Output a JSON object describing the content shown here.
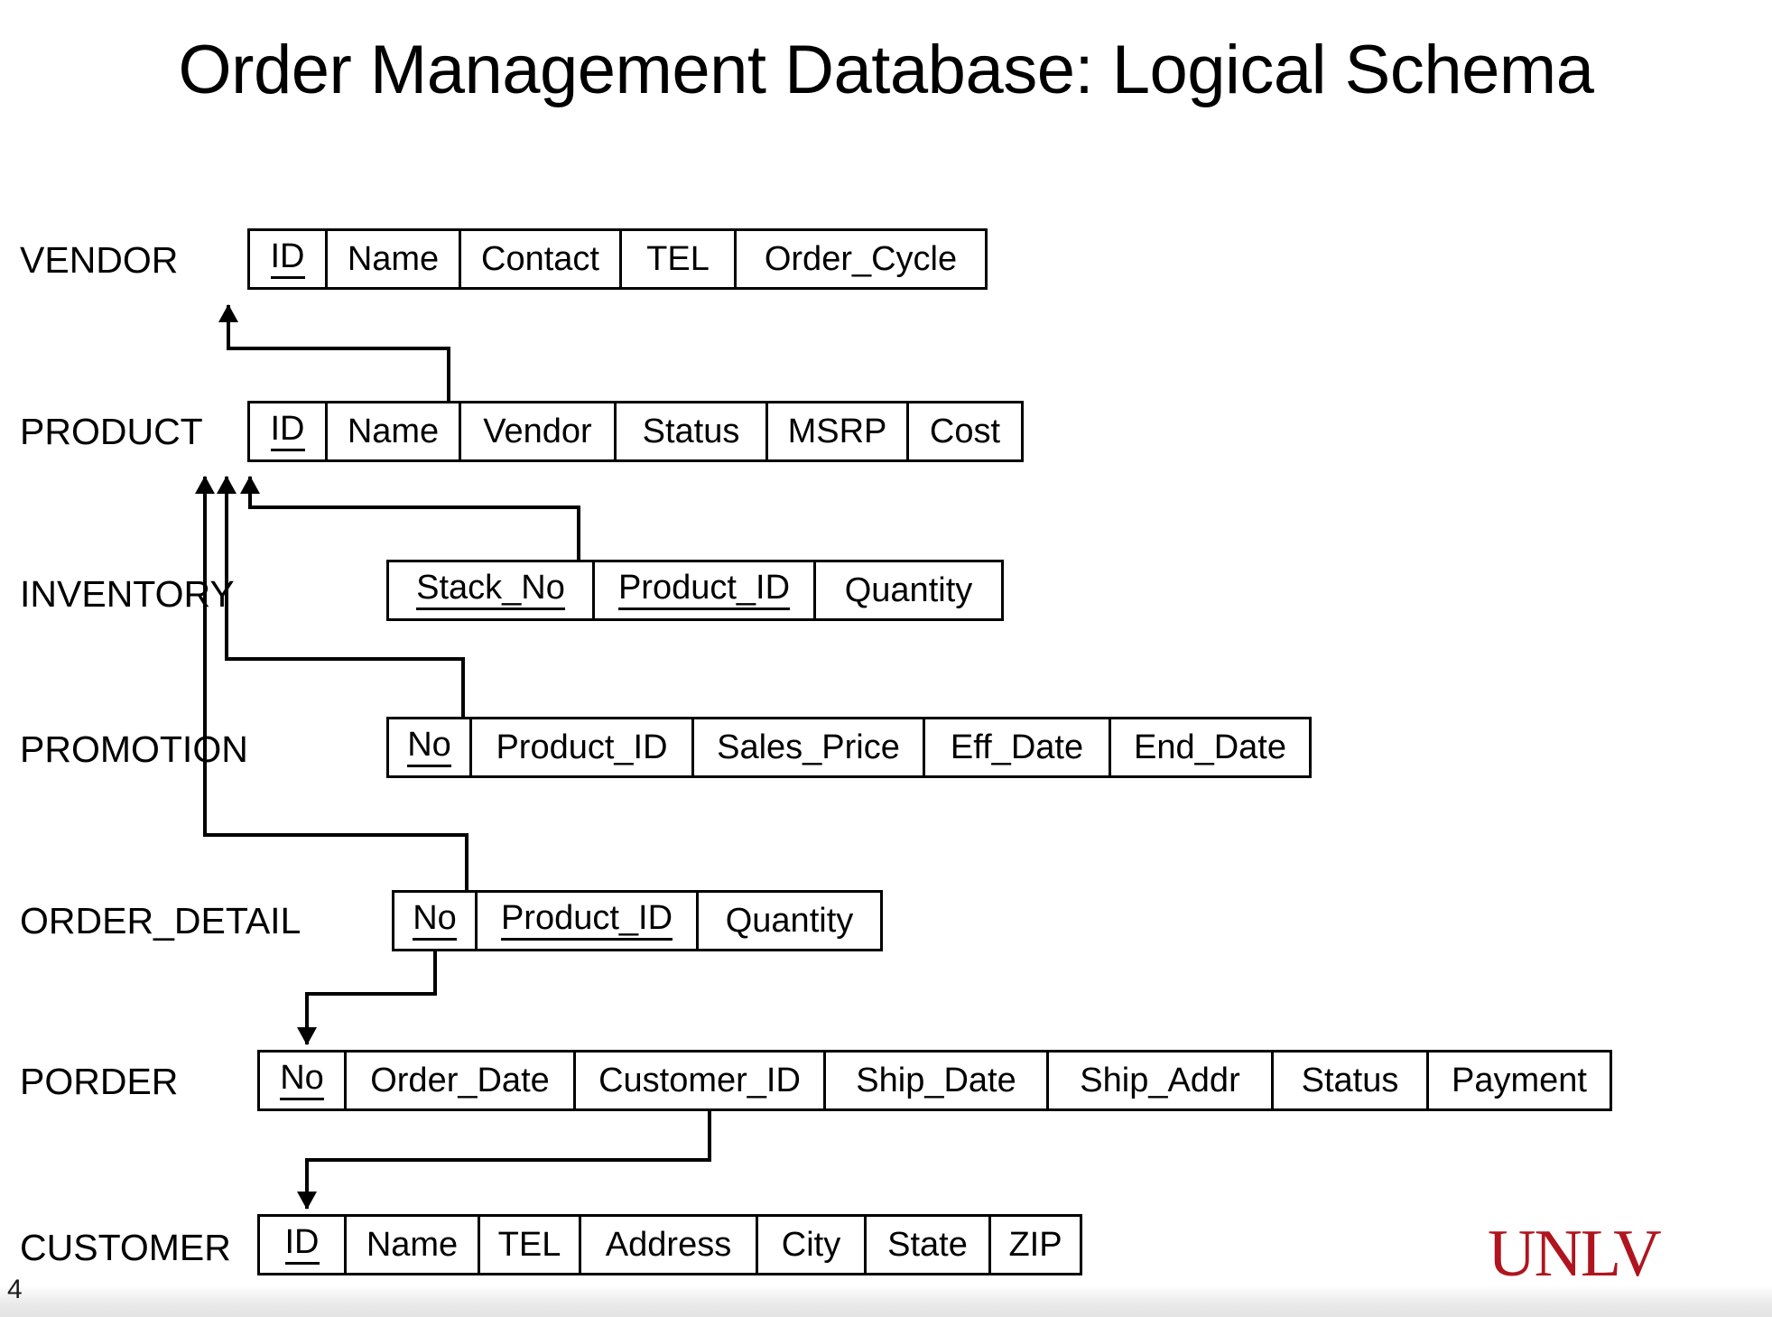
{
  "slide": {
    "title": "Order Management Database: Logical Schema",
    "page_number": "4",
    "logo_text": "UNLV",
    "logo_color": "#B0141E",
    "line_color": "#000000",
    "background_color": "#FFFFFF"
  },
  "entities": [
    {
      "name": "VENDOR",
      "attributes": [
        {
          "label": "ID",
          "pk": true
        },
        {
          "label": "Name",
          "pk": false
        },
        {
          "label": "Contact",
          "pk": false
        },
        {
          "label": "TEL",
          "pk": false
        },
        {
          "label": "Order_Cycle",
          "pk": false
        }
      ]
    },
    {
      "name": "PRODUCT",
      "attributes": [
        {
          "label": "ID",
          "pk": true
        },
        {
          "label": "Name",
          "pk": false
        },
        {
          "label": "Vendor",
          "pk": false
        },
        {
          "label": "Status",
          "pk": false
        },
        {
          "label": "MSRP",
          "pk": false
        },
        {
          "label": "Cost",
          "pk": false
        }
      ]
    },
    {
      "name": "INVENTORY",
      "attributes": [
        {
          "label": "Stack_No",
          "pk": true
        },
        {
          "label": "Product_ID",
          "pk": true
        },
        {
          "label": "Quantity",
          "pk": false
        }
      ]
    },
    {
      "name": "PROMOTION",
      "attributes": [
        {
          "label": "No",
          "pk": true
        },
        {
          "label": "Product_ID",
          "pk": false
        },
        {
          "label": "Sales_Price",
          "pk": false
        },
        {
          "label": "Eff_Date",
          "pk": false
        },
        {
          "label": "End_Date",
          "pk": false
        }
      ]
    },
    {
      "name": "ORDER_DETAIL",
      "attributes": [
        {
          "label": "No",
          "pk": true
        },
        {
          "label": "Product_ID",
          "pk": true
        },
        {
          "label": "Quantity",
          "pk": false
        }
      ]
    },
    {
      "name": "PORDER",
      "attributes": [
        {
          "label": "No",
          "pk": true
        },
        {
          "label": "Order_Date",
          "pk": false
        },
        {
          "label": "Customer_ID",
          "pk": false
        },
        {
          "label": "Ship_Date",
          "pk": false
        },
        {
          "label": "Ship_Addr",
          "pk": false
        },
        {
          "label": "Status",
          "pk": false
        },
        {
          "label": "Payment",
          "pk": false
        }
      ]
    },
    {
      "name": "CUSTOMER",
      "attributes": [
        {
          "label": "ID",
          "pk": true
        },
        {
          "label": "Name",
          "pk": false
        },
        {
          "label": "TEL",
          "pk": false
        },
        {
          "label": "Address",
          "pk": false
        },
        {
          "label": "City",
          "pk": false
        },
        {
          "label": "State",
          "pk": false
        },
        {
          "label": "ZIP",
          "pk": false
        }
      ]
    }
  ],
  "relationships": [
    {
      "from": "PRODUCT.Vendor",
      "to": "VENDOR.ID"
    },
    {
      "from": "INVENTORY.Product_ID",
      "to": "PRODUCT.ID"
    },
    {
      "from": "PROMOTION.Product_ID",
      "to": "PRODUCT.ID"
    },
    {
      "from": "ORDER_DETAIL.Product_ID",
      "to": "PRODUCT.ID"
    },
    {
      "from": "ORDER_DETAIL.No",
      "to": "PORDER.No"
    },
    {
      "from": "PORDER.Customer_ID",
      "to": "CUSTOMER.ID"
    }
  ]
}
